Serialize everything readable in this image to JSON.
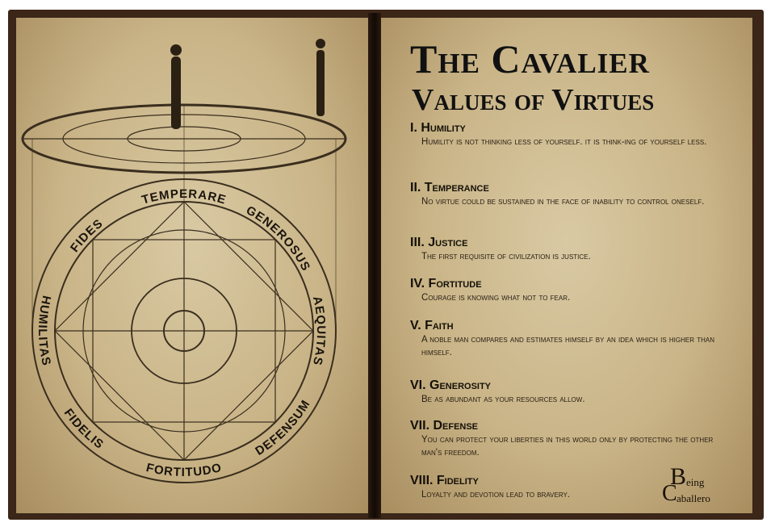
{
  "title": {
    "line1": "The Cavalier",
    "line2": "Values of Virtues"
  },
  "virtues": [
    {
      "heading": "I. Humility",
      "body": "Humility is not thinking less of yourself. It is think-ing of yourself less."
    },
    {
      "heading": "II. Temperance",
      "body": "No virtue could be sustained in the face of inability to control oneself."
    },
    {
      "heading": "III. Justice",
      "body": "The first requisite of civilization is justice."
    },
    {
      "heading": "IV. Fortitude",
      "body": "Courage is knowing what not to fear."
    },
    {
      "heading": "V. Faith",
      "body": "A noble man compares and estimates himself by an idea which is higher than himself."
    },
    {
      "heading": "VI. Generosity",
      "body": "Be as abundant as your resources allow."
    },
    {
      "heading": "VII. Defense",
      "body": "You can protect your liberties in this world only by protecting the other man's freedom."
    },
    {
      "heading": "VIII. Fidelity",
      "body": "Loyalty and devotion lead to bravery."
    }
  ],
  "diagram": {
    "ring_words": [
      "FIDES",
      "TEMPERARE",
      "GENEROSUS",
      "AEQUITAS",
      "HUMILITAS",
      "FIDELIS",
      "FORTITUDO",
      "DEFENSUM"
    ]
  },
  "logo": {
    "text": "Being Caballero",
    "b": "B",
    "eing": "eing",
    "c": "C",
    "aballero": "aballero"
  },
  "colors": {
    "frame": "#3b2618",
    "parchment": "#d9c9a3",
    "ink": "#141008"
  }
}
